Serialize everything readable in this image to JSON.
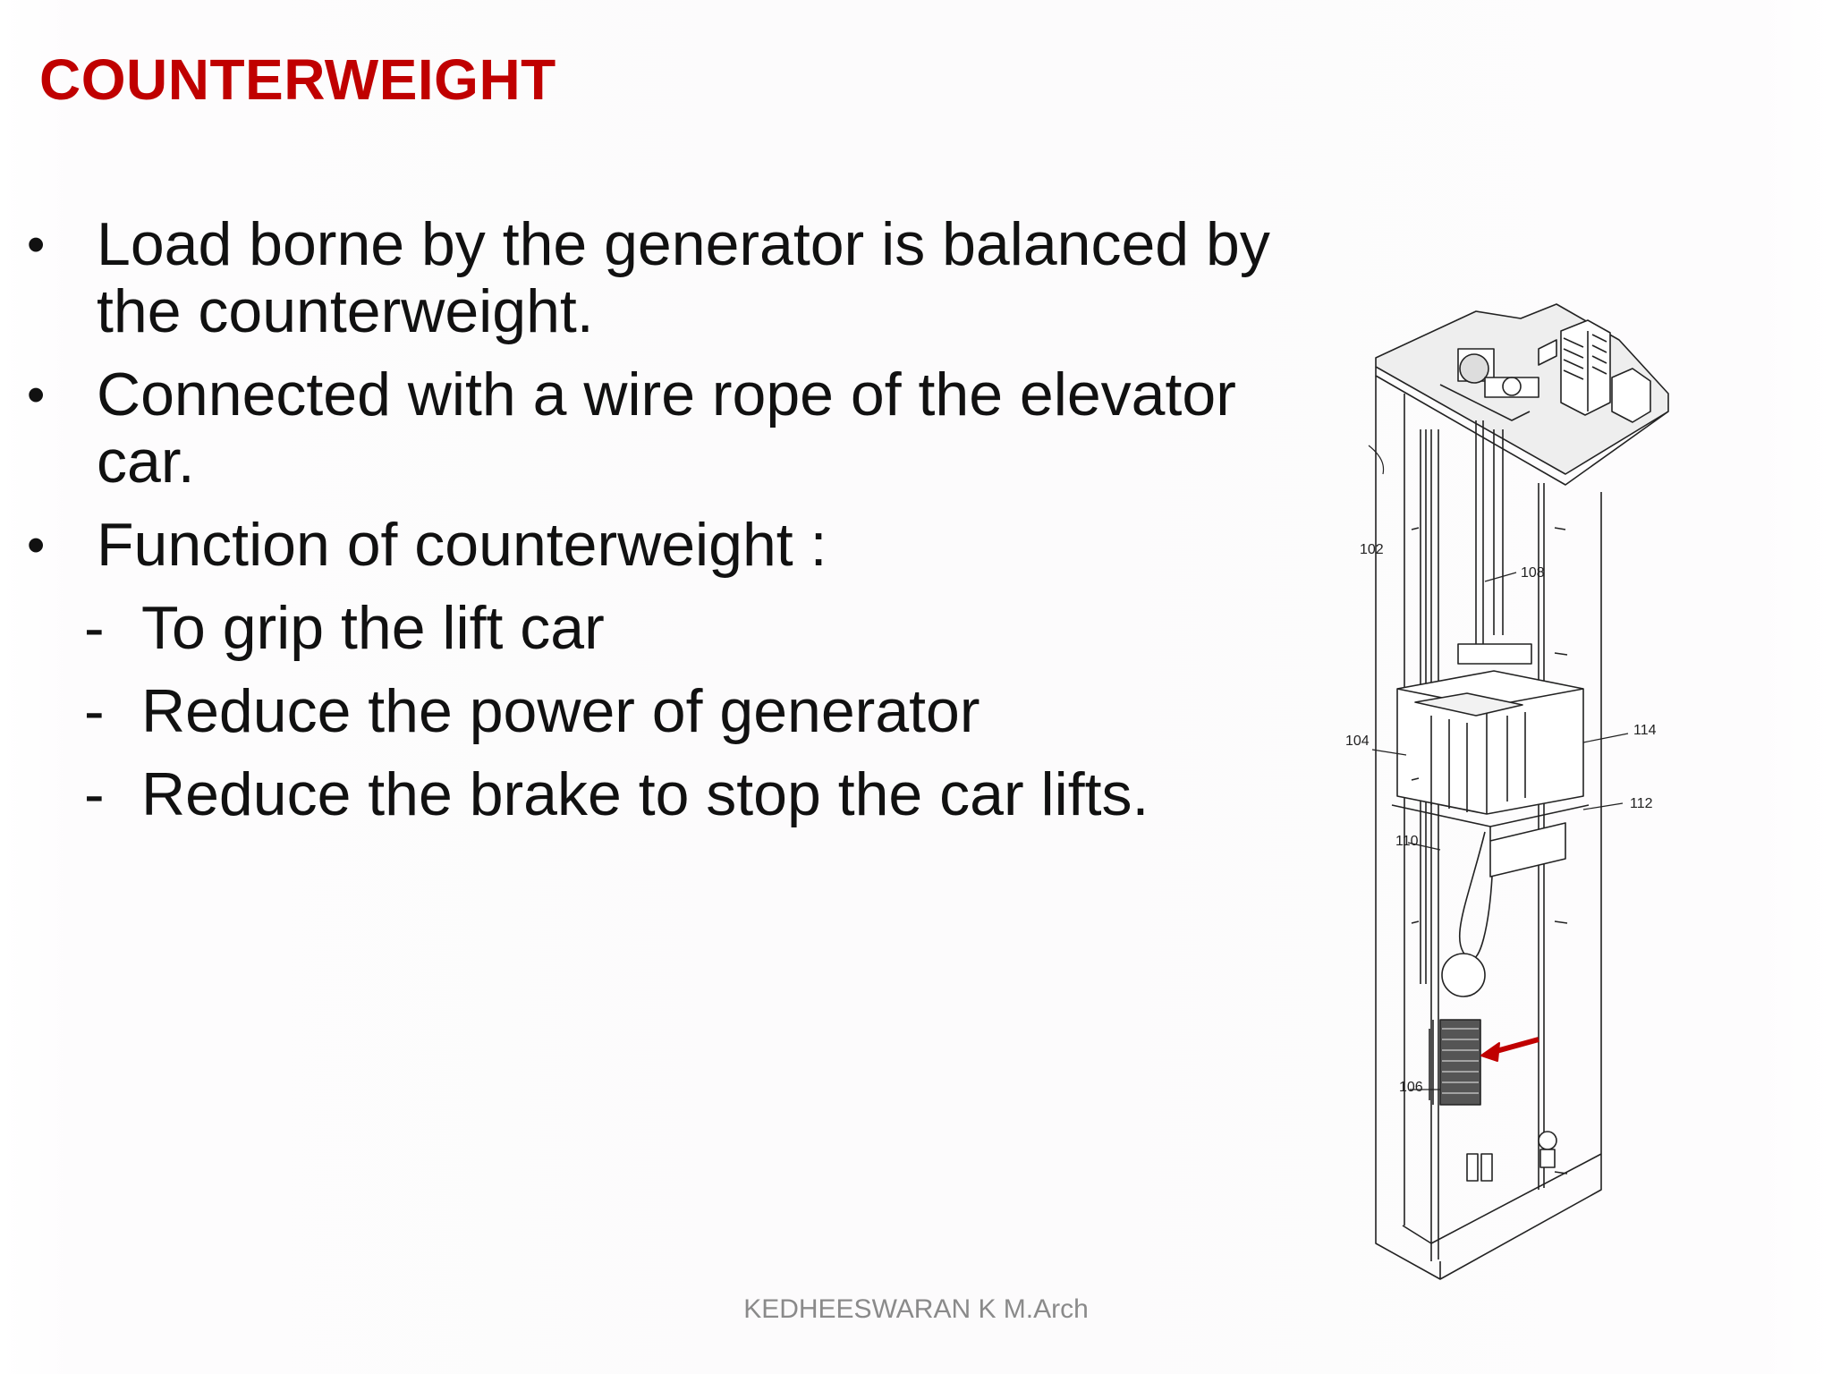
{
  "slide": {
    "title": "COUNTERWEIGHT",
    "bullets": [
      {
        "text": "Load borne by the generator is balanced by the counterweight."
      },
      {
        "text": "Connected with a wire rope of the elevator car."
      },
      {
        "text": "Function of counterweight :"
      }
    ],
    "sub_items": [
      {
        "text": "To grip the lift car"
      },
      {
        "text": "Reduce the power of generator"
      },
      {
        "text": "Reduce the brake to stop the car lifts."
      }
    ],
    "footer": "KEDHEESWARAN K M.Arch",
    "figure": {
      "labels": {
        "l102": "102",
        "l108": "108",
        "l104": "104",
        "l114": "114",
        "l112": "112",
        "l110": "110",
        "l106": "106"
      }
    },
    "colors": {
      "title": "#c00000",
      "arrow": "#c00000",
      "text": "#111111"
    }
  }
}
